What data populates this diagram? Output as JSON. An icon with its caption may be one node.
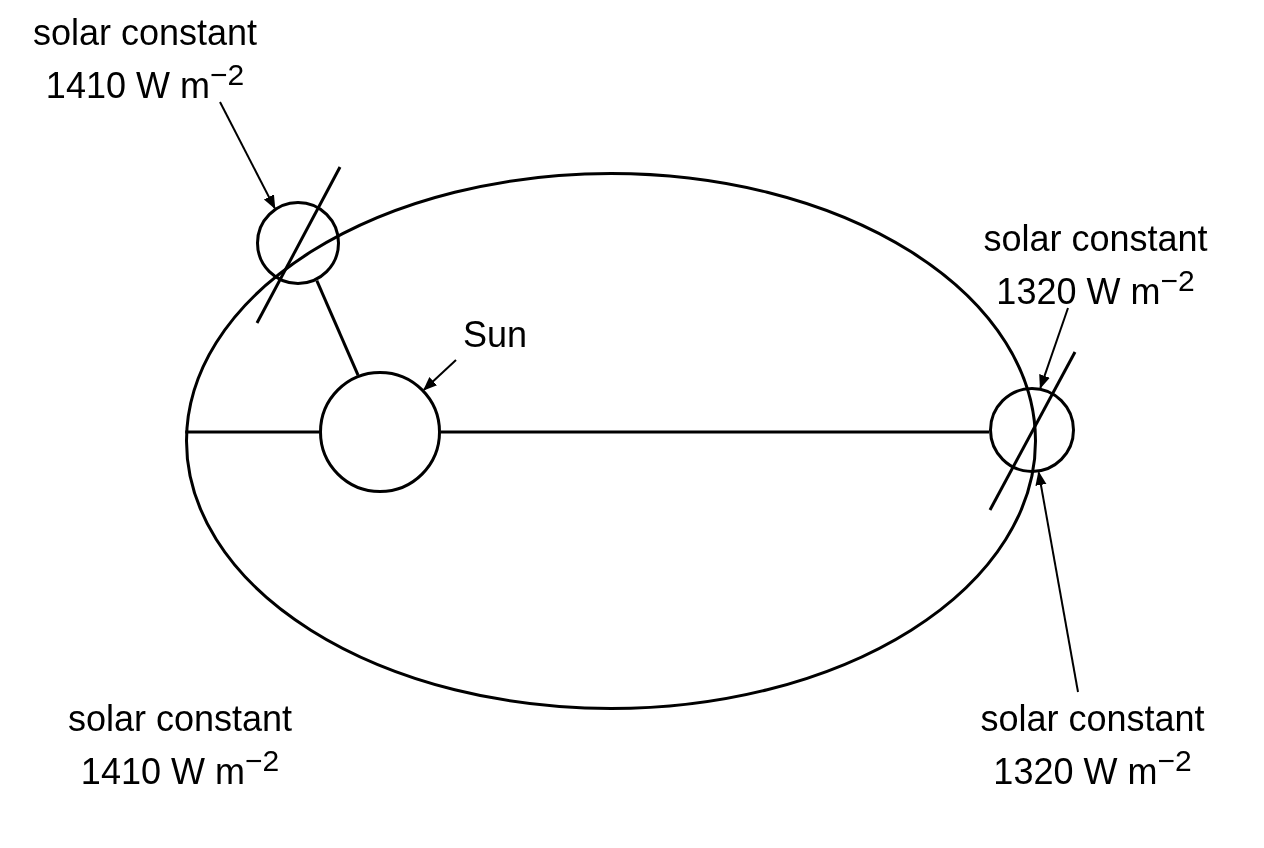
{
  "diagram": {
    "nodes": [
      {
        "text": [
          "solar constant 1410 W m$^{−2}$"
        ]
      },
      {
        "text": [],
        "shape": "circle"
      },
      {
        "text": [],
        "shape": "ellipse"
      },
      {
        "text": [
          "Sun"
        ],
        "in": 2
      },
      {
        "text": [],
        "shape": "circle",
        "in": 2
      },
      {
        "text": [
          "solar constant 1320 W m$^{−2}$"
        ]
      },
      {
        "text": [],
        "shape": "circle"
      },
      {
        "text": [
          "solar constant 1320 W m$^{−2}$"
        ]
      }
    ],
    "edges": [
      {
        "from": 0,
        "to": 1,
        "arrow": "to"
      },
      {
        "from": 3,
        "to": 4,
        "arrow": "to"
      },
      {
        "from": 5,
        "to": 6,
        "arrow": "to"
      },
      {
        "from": 7,
        "to": 6,
        "arrow": "to"
      },
      {
        "from": 1,
        "to": 4,
        "arrow": "none"
      },
      {
        "from": 4,
        "to": 2,
        "arrow": "none"
      },
      {
        "from": 4,
        "to": 6,
        "arrow": "none"
      }
    ],
    "labels": [
      "solar constant 1410 W m$^{−2}$"
    ]
  }
}
